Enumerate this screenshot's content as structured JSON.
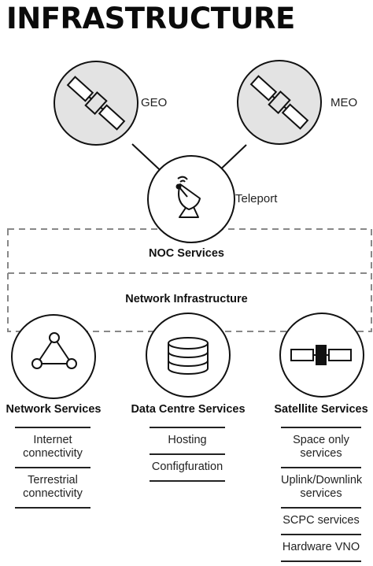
{
  "title": "INFRASTRUCTURE",
  "nodes": {
    "geo": "GEO",
    "meo": "MEO",
    "teleport": "Teleport"
  },
  "bands": {
    "noc": "NOC Services",
    "network_infrastructure": "Network Infrastructure"
  },
  "columns": [
    {
      "title": "Network Services",
      "icon": "network-triangle-icon",
      "items": [
        "Internet\nconnectivity",
        "Terrestrial\nconnectivity"
      ]
    },
    {
      "title": "Data Centre Services",
      "icon": "database-icon",
      "items": [
        "Hosting",
        "Configfuration"
      ]
    },
    {
      "title": "Satellite Services",
      "icon": "satellite-icon",
      "items": [
        "Space only\nservices",
        "Uplink/Downlink\nservices",
        "SCPC services",
        "Hardware VNO"
      ]
    }
  ],
  "colors": {
    "satellite_fill": "#e3e3e3",
    "stroke": "#111111",
    "dash": "#888888"
  }
}
